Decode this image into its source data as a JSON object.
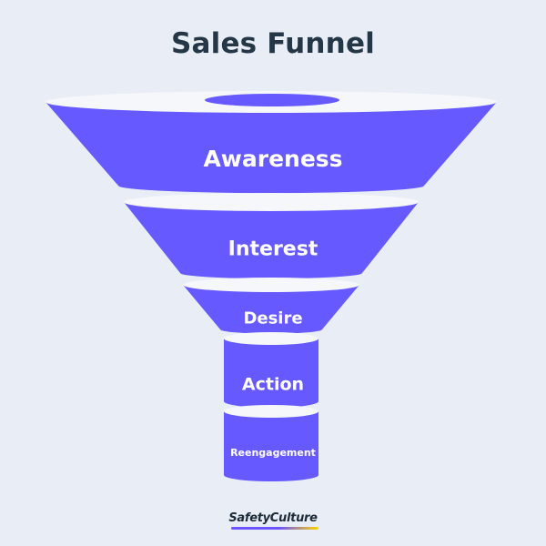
{
  "title": "Sales Funnel",
  "stages": [
    {
      "label": "Awareness"
    },
    {
      "label": "Interest"
    },
    {
      "label": "Desire"
    },
    {
      "label": "Action"
    },
    {
      "label": "Reengagement"
    }
  ],
  "brand": {
    "name": "SafetyCulture",
    "underline_colors": [
      "#6e54ff",
      "#ffd300"
    ]
  },
  "colors": {
    "funnel_fill": "#6559ff",
    "funnel_rim": "#f5f7fb",
    "background": "#e9edf5",
    "title": "#243746",
    "label": "#ffffff"
  }
}
